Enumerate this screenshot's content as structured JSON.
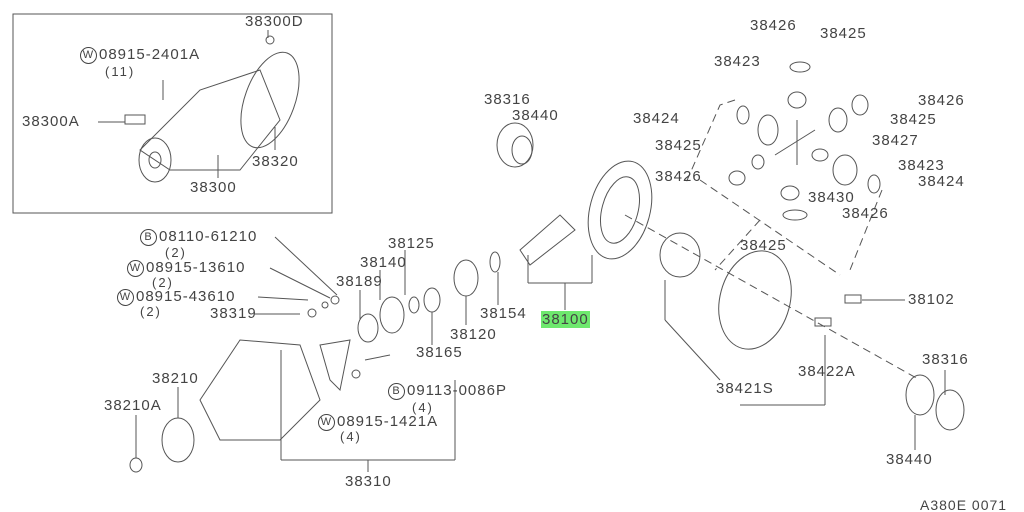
{
  "labels": {
    "l38300D": "38300D",
    "w089152401A": "08915-2401A",
    "q11": "(11)",
    "l38300A": "38300A",
    "l38320": "38320",
    "l38300": "38300",
    "l38316a": "38316",
    "l38440a": "38440",
    "l38426a": "38426",
    "l38425a": "38425",
    "l38423a": "38423",
    "l38426b": "38426",
    "l38424a": "38424",
    "l38425b": "38425",
    "l38427": "38427",
    "l38425c": "38425",
    "l38423b": "38423",
    "l38426c": "38426",
    "l38424b": "38424",
    "l38430": "38430",
    "l38426d": "38426",
    "l38425d": "38425",
    "b0811061210": "08110-61210",
    "q2a": "(2)",
    "l38125": "38125",
    "w0891513610": "08915-13610",
    "q2b": "(2)",
    "l38140": "38140",
    "l38189": "38189",
    "w0891543610": "08915-43610",
    "q2c": "(2)",
    "l38102": "38102",
    "l38319": "38319",
    "l38154": "38154",
    "l38100": "38100",
    "l38120": "38120",
    "l38165": "38165",
    "l38316b": "38316",
    "l38422A": "38422A",
    "l38210": "38210",
    "l38421S": "38421S",
    "b091130086P": "09113-0086P",
    "q4a": "(4)",
    "l38210A": "38210A",
    "w089151421A": "08915-1421A",
    "q4b": "(4)",
    "l38310": "38310",
    "l38440b": "38440"
  },
  "prefix": {
    "W": "W",
    "B": "B"
  },
  "highlight_color": "#6ee86e",
  "diagram_code": "A380E 0071"
}
